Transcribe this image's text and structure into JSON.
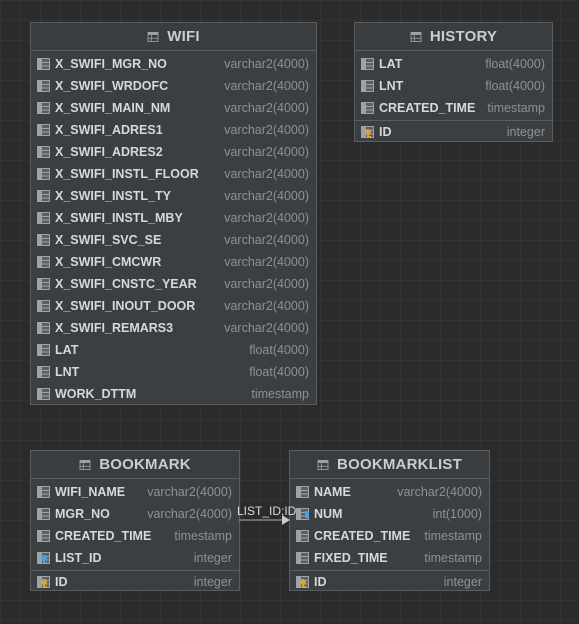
{
  "tables": {
    "wifi": {
      "title": "WIFI",
      "columns": [
        {
          "name": "X_SWIFI_MGR_NO",
          "type": "varchar2(4000)"
        },
        {
          "name": "X_SWIFI_WRDOFC",
          "type": "varchar2(4000)"
        },
        {
          "name": "X_SWIFI_MAIN_NM",
          "type": "varchar2(4000)"
        },
        {
          "name": "X_SWIFI_ADRES1",
          "type": "varchar2(4000)"
        },
        {
          "name": "X_SWIFI_ADRES2",
          "type": "varchar2(4000)"
        },
        {
          "name": "X_SWIFI_INSTL_FLOOR",
          "type": "varchar2(4000)"
        },
        {
          "name": "X_SWIFI_INSTL_TY",
          "type": "varchar2(4000)"
        },
        {
          "name": "X_SWIFI_INSTL_MBY",
          "type": "varchar2(4000)"
        },
        {
          "name": "X_SWIFI_SVC_SE",
          "type": "varchar2(4000)"
        },
        {
          "name": "X_SWIFI_CMCWR",
          "type": "varchar2(4000)"
        },
        {
          "name": "X_SWIFI_CNSTC_YEAR",
          "type": "varchar2(4000)"
        },
        {
          "name": "X_SWIFI_INOUT_DOOR",
          "type": "varchar2(4000)"
        },
        {
          "name": "X_SWIFI_REMARS3",
          "type": "varchar2(4000)"
        },
        {
          "name": "LAT",
          "type": "float(4000)"
        },
        {
          "name": "LNT",
          "type": "float(4000)"
        },
        {
          "name": "WORK_DTTM",
          "type": "timestamp"
        }
      ]
    },
    "history": {
      "title": "HISTORY",
      "columns": [
        {
          "name": "LAT",
          "type": "float(4000)"
        },
        {
          "name": "LNT",
          "type": "float(4000)"
        },
        {
          "name": "CREATED_TIME",
          "type": "timestamp"
        }
      ],
      "pk": {
        "name": "ID",
        "type": "integer"
      }
    },
    "bookmark": {
      "title": "BOOKMARK",
      "columns": [
        {
          "name": "WIFI_NAME",
          "type": "varchar2(4000)"
        },
        {
          "name": "MGR_NO",
          "type": "varchar2(4000)"
        },
        {
          "name": "CREATED_TIME",
          "type": "timestamp"
        },
        {
          "name": "LIST_ID",
          "type": "integer"
        }
      ],
      "pk": {
        "name": "ID",
        "type": "integer"
      }
    },
    "bookmarklist": {
      "title": "BOOKMARKLIST",
      "columns": [
        {
          "name": "NAME",
          "type": "varchar2(4000)"
        },
        {
          "name": "NUM",
          "type": "int(1000)"
        },
        {
          "name": "CREATED_TIME",
          "type": "timestamp"
        },
        {
          "name": "FIXED_TIME",
          "type": "timestamp"
        }
      ],
      "pk": {
        "name": "ID",
        "type": "integer"
      }
    }
  },
  "relation": {
    "label": "LIST_ID:ID",
    "from": "BOOKMARK",
    "to": "BOOKMARKLIST"
  },
  "icons": {
    "table": "table-icon",
    "column": "column-icon",
    "primary_key": "primary-key-icon",
    "foreign_key": "foreign-key-icon",
    "index": "index-icon"
  },
  "colors": {
    "background": "#2b2b2b",
    "table_bg": "#3c3f41",
    "key_gold": "#d9a53b",
    "fk_blue": "#4aa3df"
  }
}
